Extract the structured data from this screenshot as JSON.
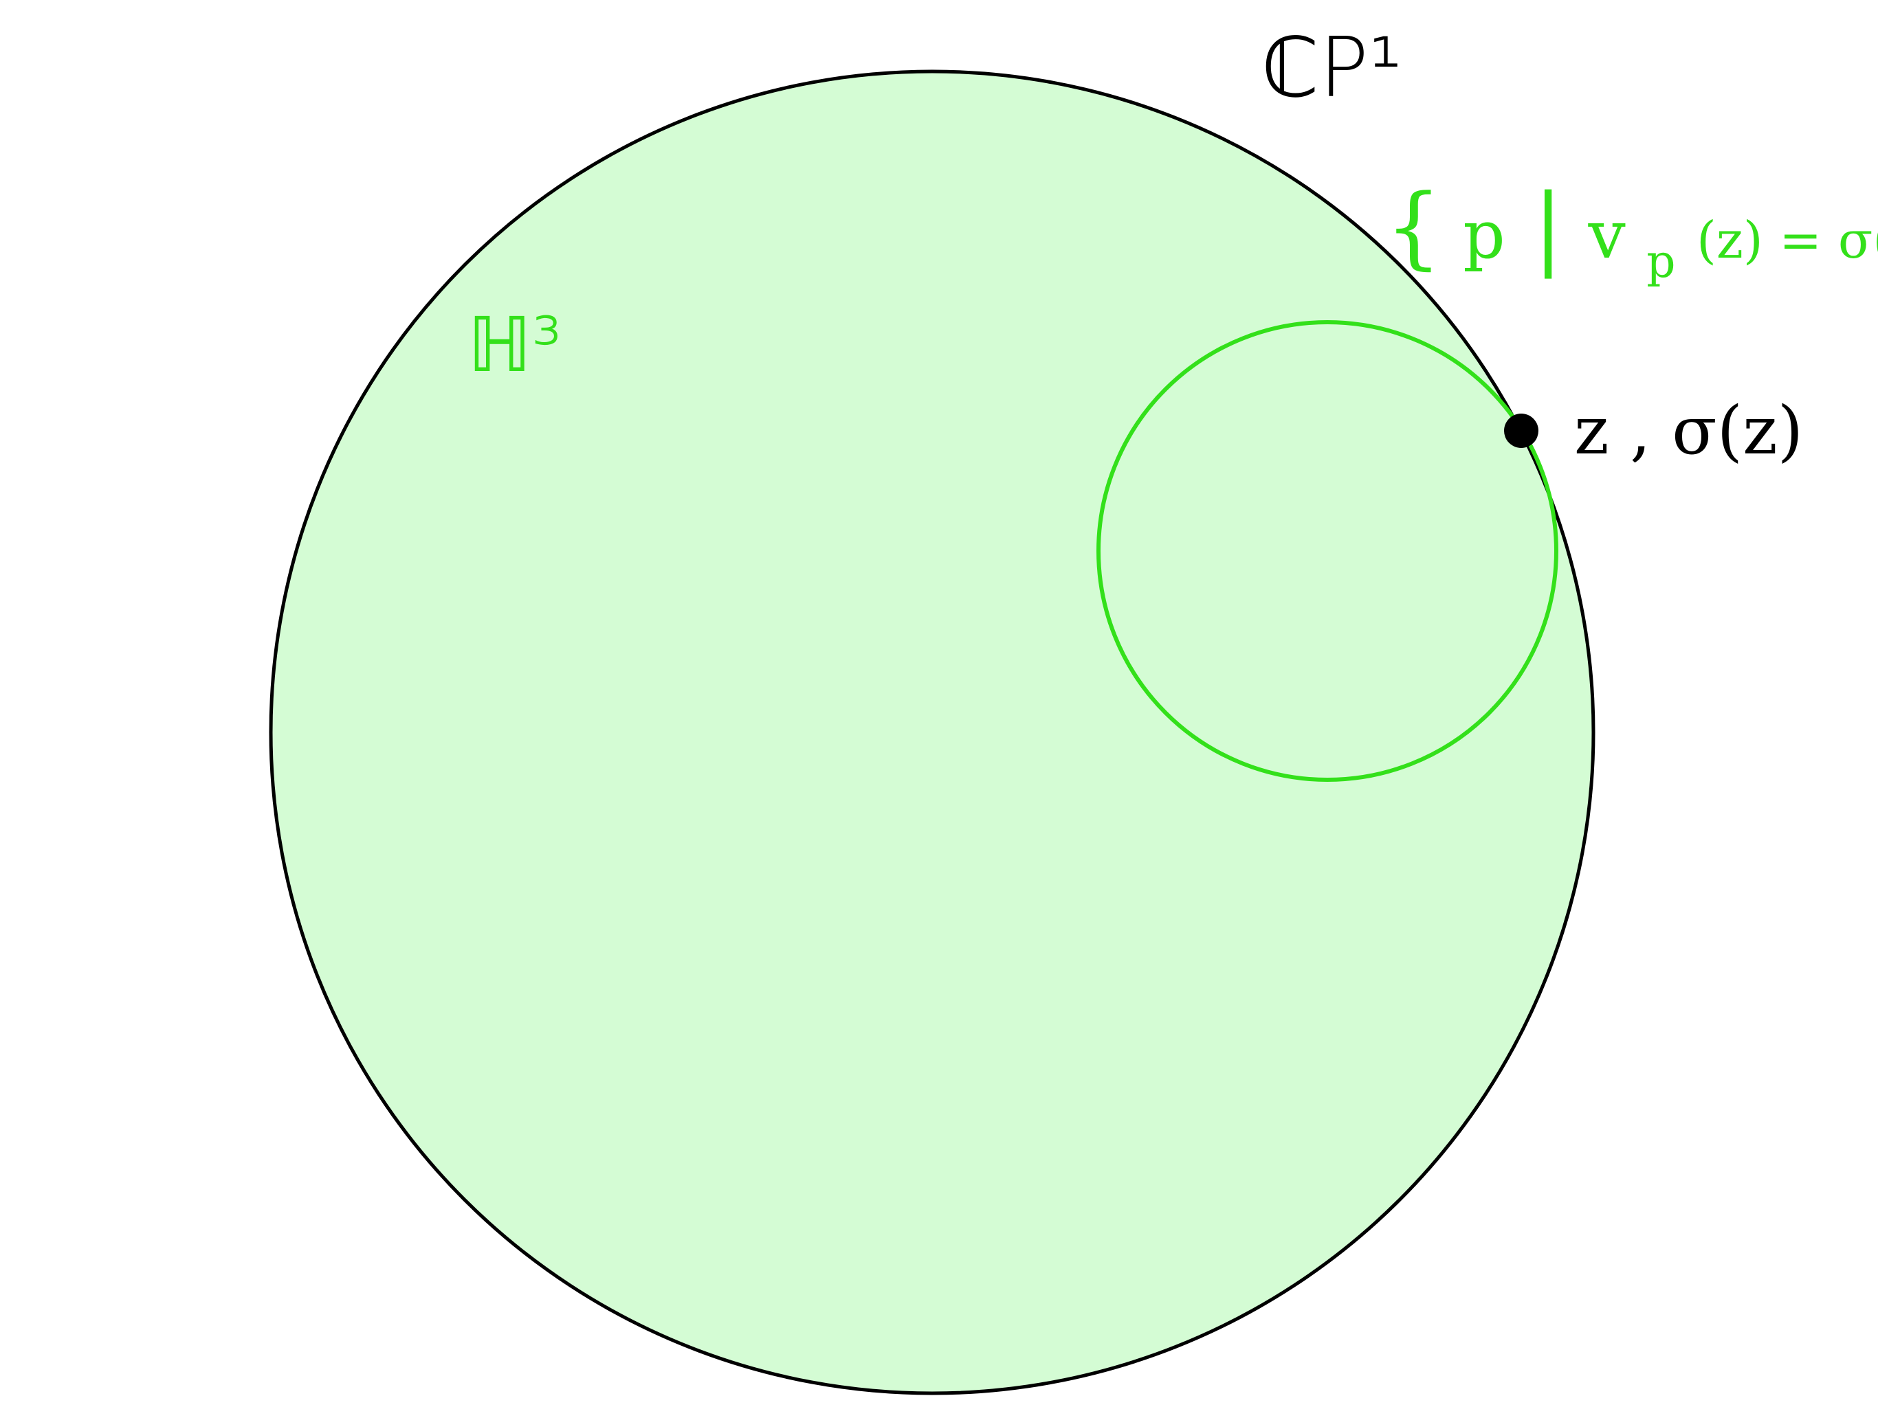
{
  "colors": {
    "background": "#ffffff",
    "ball_fill": "#d4fcd4",
    "ball_stroke": "#000000",
    "horosphere_stroke": "#33e01a",
    "green_text": "#33e01a",
    "black_text": "#000000",
    "point": "#000000"
  },
  "labels": {
    "boundary": "ℂP¹",
    "interior": "ℍ³",
    "horosphere_set": "{p | v_p(z) = σ(z)}",
    "horosphere_set_parts": {
      "open": "{",
      "p": "p",
      "bar": "|",
      "v": "v",
      "sub": "p",
      "args": "(z) = σ(z)",
      "close": "}"
    },
    "point": "z , σ(z)"
  }
}
